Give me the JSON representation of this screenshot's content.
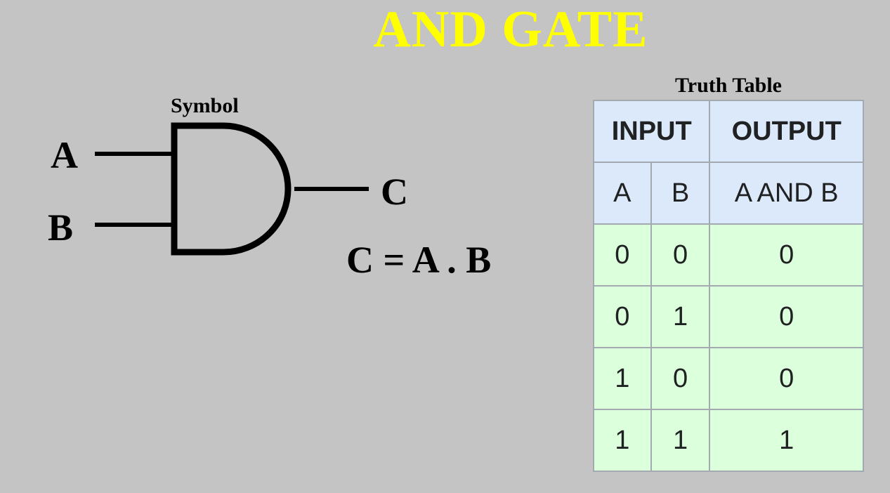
{
  "title": "AND GATE",
  "symbol": {
    "caption": "Symbol",
    "input_a": "A",
    "input_b": "B",
    "output": "C",
    "equation": "C = A . B"
  },
  "truth_table": {
    "caption": "Truth Table",
    "group_headers": [
      "INPUT",
      "OUTPUT"
    ],
    "columns": [
      "A",
      "B",
      "A AND B"
    ],
    "rows": [
      [
        "0",
        "0",
        "0"
      ],
      [
        "0",
        "1",
        "0"
      ],
      [
        "1",
        "0",
        "0"
      ],
      [
        "1",
        "1",
        "1"
      ]
    ]
  },
  "colors": {
    "background": "#c4c4c4",
    "title": "#ffff00",
    "header_fill": "#dce9fb",
    "cell_fill": "#dcffdc",
    "border": "#a2a9b1"
  }
}
